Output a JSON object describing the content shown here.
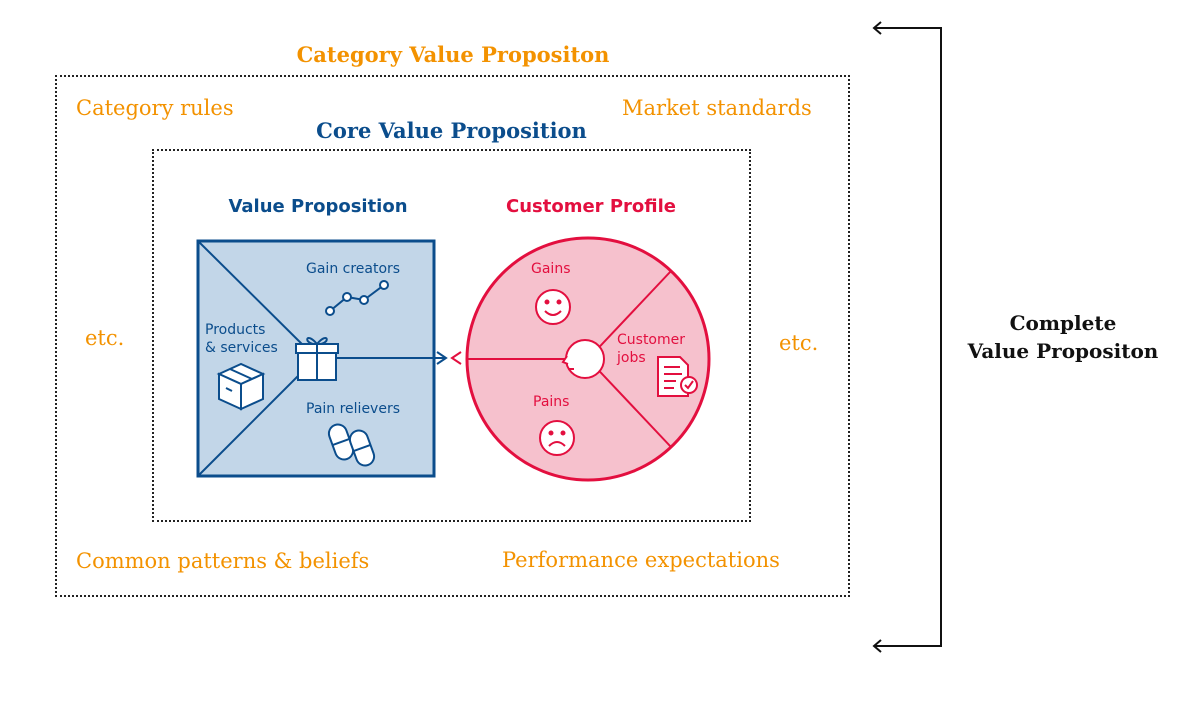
{
  "category": {
    "title": "Category Value Propositon",
    "top_left": "Category rules",
    "top_right": "Market standards",
    "left": "etc.",
    "right": "etc.",
    "bottom_left": "Common patterns & beliefs",
    "bottom_right": "Performance expectations"
  },
  "core": {
    "title": "Core Value Proposition"
  },
  "value_proposition": {
    "title": "Value Proposition",
    "gain_creators": "Gain creators",
    "products_line1": "Products",
    "products_line2": "& services",
    "pain_relievers": "Pain relievers"
  },
  "customer_profile": {
    "title": "Customer Profile",
    "gains": "Gains",
    "customer_jobs_line1": "Customer",
    "customer_jobs_line2": "jobs",
    "pains": "Pains"
  },
  "complete": {
    "line1": "Complete",
    "line2": "Value Propositon"
  },
  "colors": {
    "orange": "#f39200",
    "blue": "#0b4d8c",
    "red": "#e30f3f",
    "square_fill": "#c2d6e8",
    "circle_fill": "#f6c1cd"
  }
}
